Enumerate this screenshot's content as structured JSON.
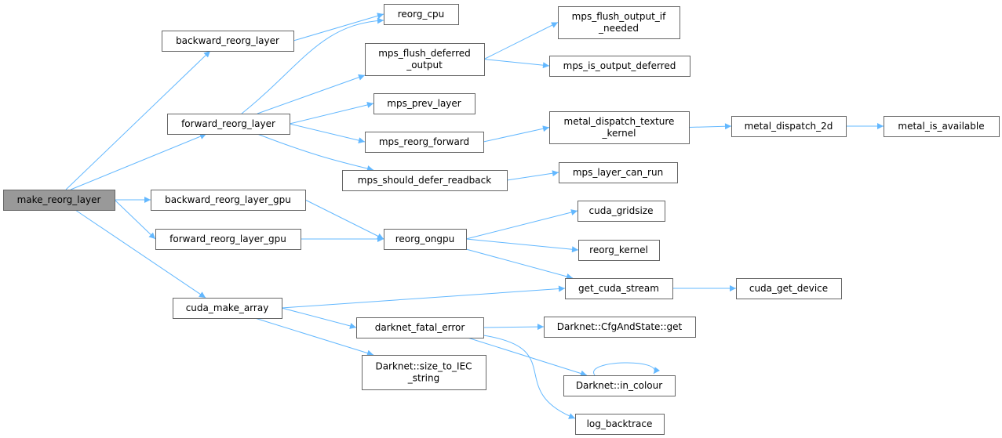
{
  "graph": {
    "edge_color": "#63b8ff",
    "root_fill": "#999999",
    "nodes": [
      {
        "id": "make_reorg_layer",
        "lines": [
          "make_reorg_layer"
        ],
        "root": true
      },
      {
        "id": "backward_reorg_layer",
        "lines": [
          "backward_reorg_layer"
        ]
      },
      {
        "id": "forward_reorg_layer",
        "lines": [
          "forward_reorg_layer"
        ]
      },
      {
        "id": "backward_reorg_layer_gpu",
        "lines": [
          "backward_reorg_layer_gpu"
        ]
      },
      {
        "id": "forward_reorg_layer_gpu",
        "lines": [
          "forward_reorg_layer_gpu"
        ]
      },
      {
        "id": "cuda_make_array",
        "lines": [
          "cuda_make_array"
        ]
      },
      {
        "id": "reorg_cpu",
        "lines": [
          "reorg_cpu"
        ]
      },
      {
        "id": "mps_flush_deferred_output",
        "lines": [
          "mps_flush_deferred",
          "_output"
        ]
      },
      {
        "id": "mps_prev_layer",
        "lines": [
          "mps_prev_layer"
        ]
      },
      {
        "id": "mps_reorg_forward",
        "lines": [
          "mps_reorg_forward"
        ]
      },
      {
        "id": "mps_should_defer_readback",
        "lines": [
          "mps_should_defer_readback"
        ]
      },
      {
        "id": "reorg_ongpu",
        "lines": [
          "reorg_ongpu"
        ]
      },
      {
        "id": "darknet_fatal_error",
        "lines": [
          "darknet_fatal_error"
        ]
      },
      {
        "id": "size_to_IEC_string",
        "lines": [
          "Darknet::size_to_IEC",
          "_string"
        ]
      },
      {
        "id": "mps_flush_output_if_needed",
        "lines": [
          "mps_flush_output_if",
          "_needed"
        ]
      },
      {
        "id": "mps_is_output_deferred",
        "lines": [
          "mps_is_output_deferred"
        ]
      },
      {
        "id": "metal_dispatch_texture_kernel",
        "lines": [
          "metal_dispatch_texture",
          "_kernel"
        ]
      },
      {
        "id": "mps_layer_can_run",
        "lines": [
          "mps_layer_can_run"
        ]
      },
      {
        "id": "cuda_gridsize",
        "lines": [
          "cuda_gridsize"
        ]
      },
      {
        "id": "reorg_kernel",
        "lines": [
          "reorg_kernel"
        ]
      },
      {
        "id": "get_cuda_stream",
        "lines": [
          "get_cuda_stream"
        ]
      },
      {
        "id": "cfg_get",
        "lines": [
          "Darknet::CfgAndState::get"
        ]
      },
      {
        "id": "in_colour",
        "lines": [
          "Darknet::in_colour"
        ]
      },
      {
        "id": "log_backtrace",
        "lines": [
          "log_backtrace"
        ]
      },
      {
        "id": "metal_dispatch_2d",
        "lines": [
          "metal_dispatch_2d"
        ]
      },
      {
        "id": "metal_is_available",
        "lines": [
          "metal_is_available"
        ]
      },
      {
        "id": "cuda_get_device",
        "lines": [
          "cuda_get_device"
        ]
      }
    ],
    "edges": [
      [
        "make_reorg_layer",
        "backward_reorg_layer"
      ],
      [
        "make_reorg_layer",
        "forward_reorg_layer"
      ],
      [
        "make_reorg_layer",
        "backward_reorg_layer_gpu"
      ],
      [
        "make_reorg_layer",
        "forward_reorg_layer_gpu"
      ],
      [
        "make_reorg_layer",
        "cuda_make_array"
      ],
      [
        "backward_reorg_layer",
        "reorg_cpu"
      ],
      [
        "forward_reorg_layer",
        "reorg_cpu"
      ],
      [
        "forward_reorg_layer",
        "mps_flush_deferred_output"
      ],
      [
        "forward_reorg_layer",
        "mps_prev_layer"
      ],
      [
        "forward_reorg_layer",
        "mps_reorg_forward"
      ],
      [
        "forward_reorg_layer",
        "mps_should_defer_readback"
      ],
      [
        "mps_flush_deferred_output",
        "mps_flush_output_if_needed"
      ],
      [
        "mps_flush_deferred_output",
        "mps_is_output_deferred"
      ],
      [
        "mps_reorg_forward",
        "metal_dispatch_texture_kernel"
      ],
      [
        "metal_dispatch_texture_kernel",
        "metal_dispatch_2d"
      ],
      [
        "metal_dispatch_2d",
        "metal_is_available"
      ],
      [
        "mps_should_defer_readback",
        "mps_layer_can_run"
      ],
      [
        "backward_reorg_layer_gpu",
        "reorg_ongpu"
      ],
      [
        "forward_reorg_layer_gpu",
        "reorg_ongpu"
      ],
      [
        "reorg_ongpu",
        "cuda_gridsize"
      ],
      [
        "reorg_ongpu",
        "reorg_kernel"
      ],
      [
        "reorg_ongpu",
        "get_cuda_stream"
      ],
      [
        "get_cuda_stream",
        "cuda_get_device"
      ],
      [
        "cuda_make_array",
        "get_cuda_stream"
      ],
      [
        "cuda_make_array",
        "darknet_fatal_error"
      ],
      [
        "cuda_make_array",
        "size_to_IEC_string"
      ],
      [
        "darknet_fatal_error",
        "cfg_get"
      ],
      [
        "darknet_fatal_error",
        "in_colour"
      ],
      [
        "darknet_fatal_error",
        "log_backtrace"
      ],
      [
        "in_colour",
        "in_colour"
      ]
    ]
  }
}
